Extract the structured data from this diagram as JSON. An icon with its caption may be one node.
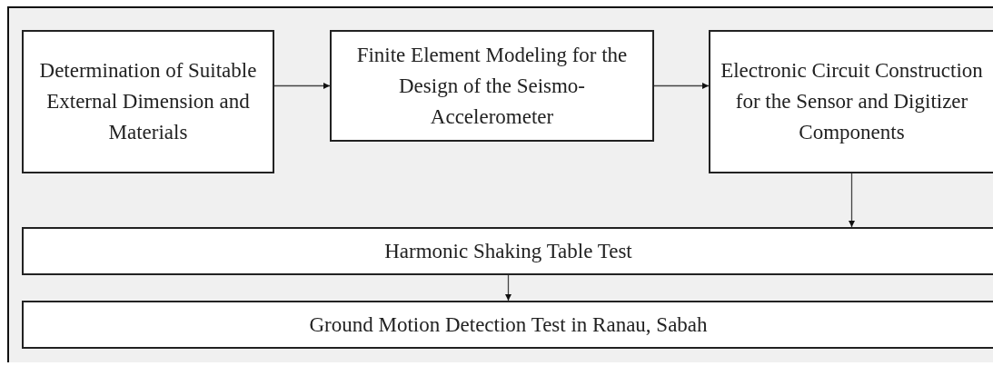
{
  "diagram": {
    "nodes": [
      {
        "text": [
          "Determination of Suitable External Dimension and Materials"
        ]
      },
      {
        "text": [
          "Finite Element Modeling for the Design of the Seismo-Accelerometer"
        ]
      },
      {
        "text": [
          "Electronic Circuit Construction for the Sensor and Digitizer Components"
        ]
      },
      {
        "text": [
          "Harmonic Shaking Table Test"
        ]
      },
      {
        "text": [
          "Ground Motion Detection Test in Ranau, Sabah"
        ]
      }
    ],
    "edges": [
      {
        "from": 0,
        "to": 1,
        "arrow": "to"
      },
      {
        "from": 1,
        "to": 2,
        "arrow": "to"
      },
      {
        "from": 2,
        "to": 3,
        "arrow": "to"
      },
      {
        "from": 3,
        "to": 4,
        "arrow": "to"
      }
    ]
  }
}
